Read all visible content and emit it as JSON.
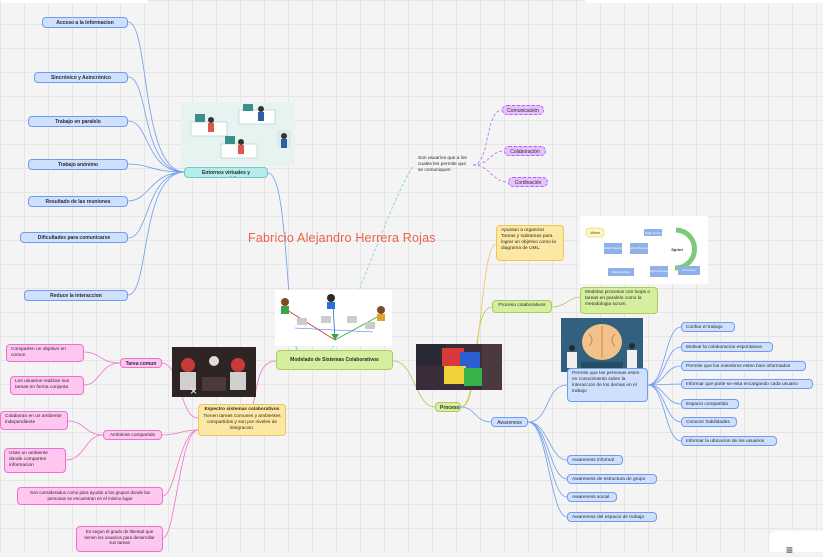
{
  "title": "Fabricio Alejandro Herrera Rojas",
  "center": {
    "label": "Modelado de Sistemas Colaborativos"
  },
  "left_branch": {
    "label": "Entornos virtuales y presenciales",
    "items": [
      "Acceso a la informacion",
      "Sincrónico y Asincrónico",
      "Trabajo en paralelo",
      "Trabajo anónimo",
      "Resultado de las reuniones",
      "Dificultades para comunicarse",
      "Reduce la interaccion"
    ]
  },
  "top_note": {
    "text": "Son usuarios que a los cuales les permite que se comuniquen",
    "items": [
      "Comunicación",
      "Colaboración",
      "Cordinación"
    ]
  },
  "spectrum": {
    "label": "Espectro sistemas colaborativos",
    "desc": "Tienen tareas comunes y ambientes compartidos y son por niveles de integracion.",
    "tarea_comun": {
      "label": "Tarea comun",
      "items": [
        "Comparten un objetivo en comun",
        "Los usuarios realizan sus tareas en forma conjunta"
      ]
    },
    "ambiente": {
      "label": "Ambiente compartido",
      "items": [
        "Colaboran en un ambiente independiente",
        "Usan un ambiente donde comparten informacion"
      ]
    },
    "notes": [
      "Son considerados como para ayudar a los grupos donde las personas se encuentran en el mismo lugar",
      "Es segun el grado de libertad que tienen los usuarios para desarrollar sus tareas"
    ]
  },
  "procesos": {
    "label": "Procesos",
    "apuntan": "Apuntan a organizar Tareas y subtareas para lograr un objetivo como la diagrama de UML.",
    "colaborativos": "Proceso colaborativos",
    "modelan": "Modelan procesos con loops o tareas en paralelo  como la metodologia scrum.",
    "awareness": {
      "label": "Awareness",
      "desc": "Permite que las personas esten en conocimiento sobre la interaccion  de los demas en el trabajo",
      "right_items": [
        "Confiar el trabajo",
        "Motivar la colaboracion espontanea",
        "Permite que los miembros esten bien informados",
        "Informar que parte se esta encargando cada usuario",
        "Espacio compartido",
        "Conocer habilidades",
        "Informar la ubicacion de los usuarios"
      ],
      "bottom_items": [
        "Awareness informal",
        "Awareness de estructura de grupo",
        "Awareness social",
        "Awareness del espacio de trabaja"
      ]
    }
  },
  "scrum_image": {
    "labels": [
      "Vision",
      "Product Backlog",
      "Sprint Planning",
      "Daily Scrum",
      "Sprint",
      "Increment",
      "Sprint Review",
      "Retrospective"
    ]
  },
  "corner_icon": "menu-icon",
  "colors": {
    "blue": "#6f9cf0",
    "teal": "#6fcaca",
    "green": "#a7cd5a",
    "yellow": "#ecc65a",
    "pink": "#f070cf",
    "purple": "#b25cf0",
    "title": "#ef5f4a"
  }
}
